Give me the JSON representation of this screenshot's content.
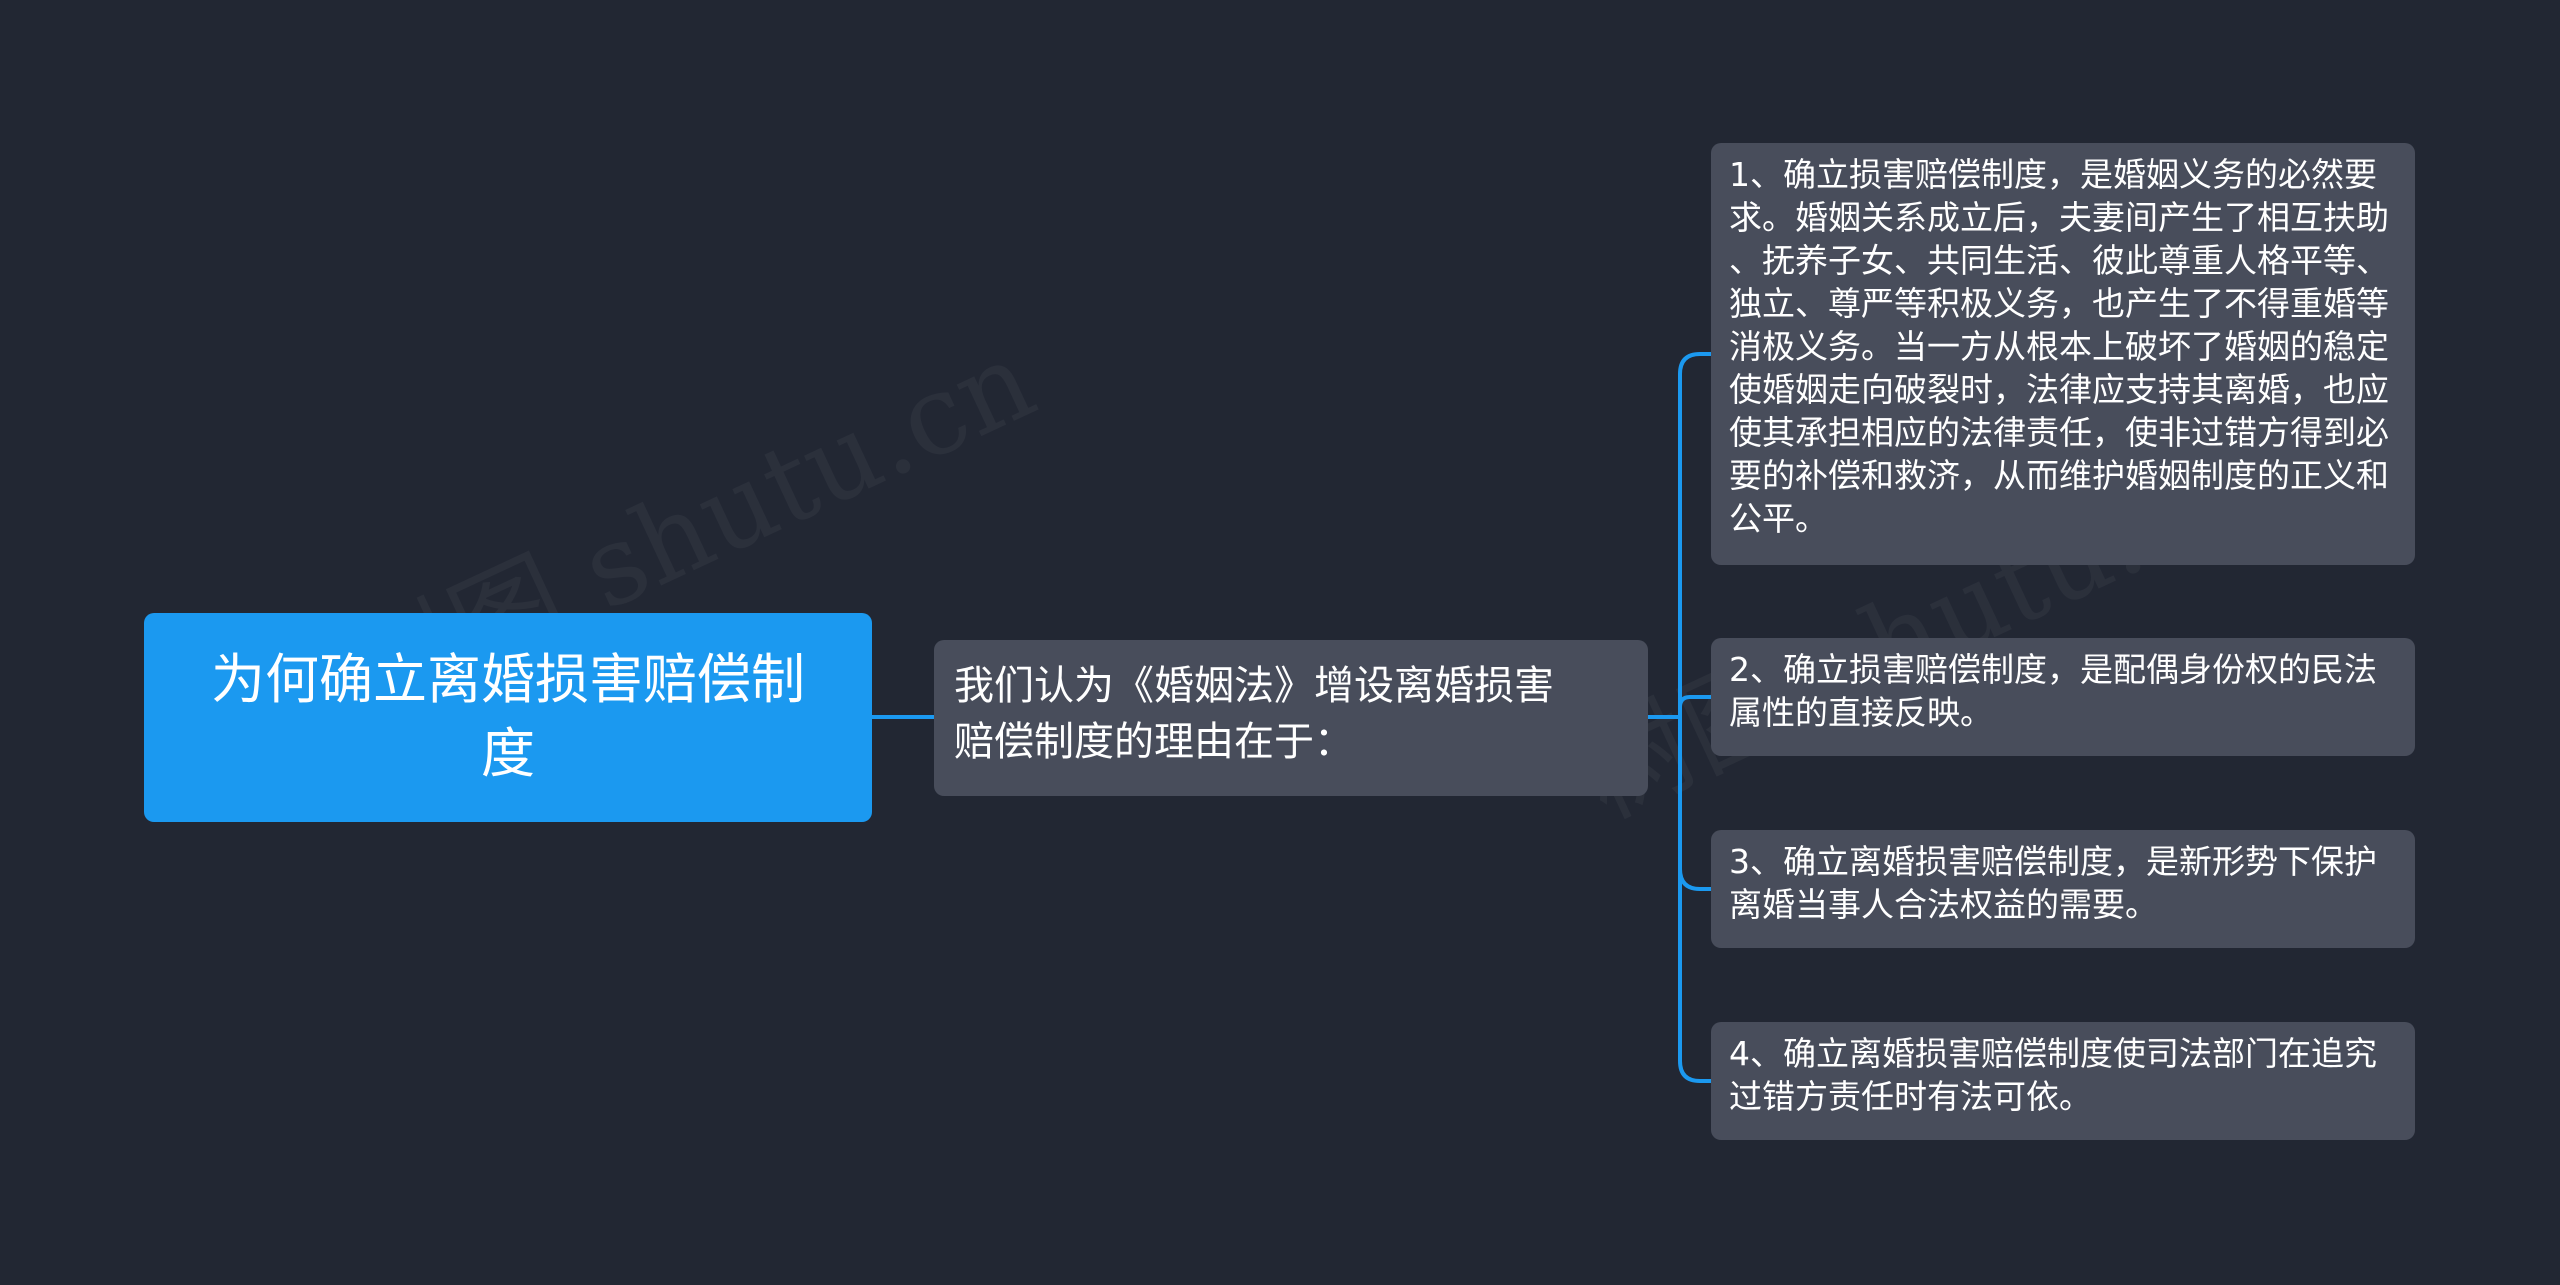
{
  "root": {
    "text": "为何确立离婚损害赔偿制\n度"
  },
  "mid": {
    "text": "我们认为《婚姻法》增设离婚损害\n赔偿制度的理由在于："
  },
  "leaves": [
    {
      "text": "1、确立损害赔偿制度，是婚姻义务的必然要\n求。婚姻关系成立后，夫妻间产生了相互扶助\n、抚养子女、共同生活、彼此尊重人格平等、\n独立、尊严等积极义务，也产生了不得重婚等\n消极义务。当一方从根本上破坏了婚姻的稳定\n使婚姻走向破裂时，法律应支持其离婚，也应\n使其承担相应的法律责任，使非过错方得到必\n要的补偿和救济，从而维护婚姻制度的正义和\n公平。"
    },
    {
      "text": "2、确立损害赔偿制度，是配偶身份权的民法\n属性的直接反映。"
    },
    {
      "text": "3、确立离婚损害赔偿制度，是新形势下保护\n离婚当事人合法权益的需要。"
    },
    {
      "text": "4、确立离婚损害赔偿制度使司法部门在追究\n过错方责任时有法可依。"
    }
  ],
  "watermark": "树图 shutu.cn",
  "colors": {
    "background": "#222733",
    "root_fill": "#1b99f0",
    "node_fill": "#484d5b",
    "connector": "#1b99f0",
    "text": "#ffffff"
  }
}
